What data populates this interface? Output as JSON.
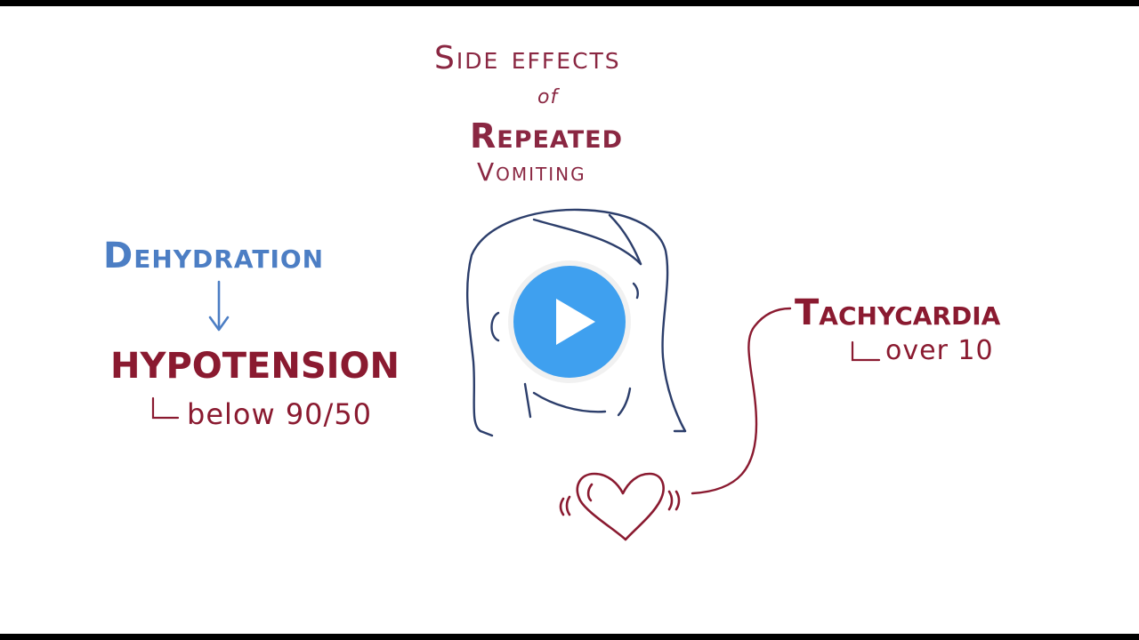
{
  "slide": {
    "title_line1": "Side effects",
    "title_line2": "of",
    "title_line3": "Repeated",
    "title_line4": "Vomiting",
    "left_label_1": "Dehydration",
    "left_label_2": "HYPOTENSION",
    "left_sublabel": "below 90/50",
    "right_label": "Tachycardia",
    "right_sublabel": "over 10"
  },
  "colors": {
    "background": "#ffffff",
    "letterbox": "#000000",
    "title_color": "#8a2742",
    "dehydration_color": "#4c7ec4",
    "red_accent": "#8a1a30",
    "play_blue": "#3fa0ef",
    "face_line": "#2c3e6b"
  },
  "icons": {
    "play": "play-icon",
    "heart": "heart-icon",
    "arrow": "arrow-down-icon"
  }
}
